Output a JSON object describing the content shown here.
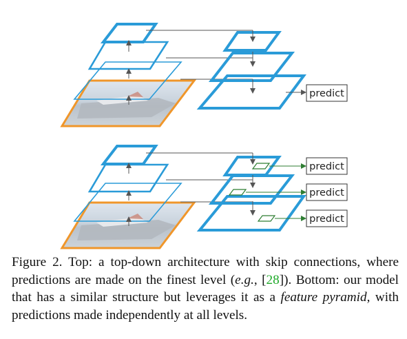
{
  "figure": {
    "top_panel": {
      "predict_label": "predict"
    },
    "bottom_panel": {
      "predict_labels": [
        "predict",
        "predict",
        "predict"
      ]
    }
  },
  "caption": {
    "prefix": "Figure 2. Top: a top-down architecture with skip connections, where predictions are made on the finest level (",
    "eg": "e.g.",
    "comma": ", [",
    "cite": "28",
    "mid": "]). Bottom: our model that has a similar structure but leverages it as a ",
    "feature_pyramid": "feature pyramid",
    "suffix": ", with predictions made independently at all levels."
  },
  "colors": {
    "pyramid_blue": "#2a9bd8",
    "image_border": "#f0962a",
    "prediction_arrow": "#2e7d32",
    "connector_gray": "#555555",
    "citation_green": "#1faa2a"
  }
}
